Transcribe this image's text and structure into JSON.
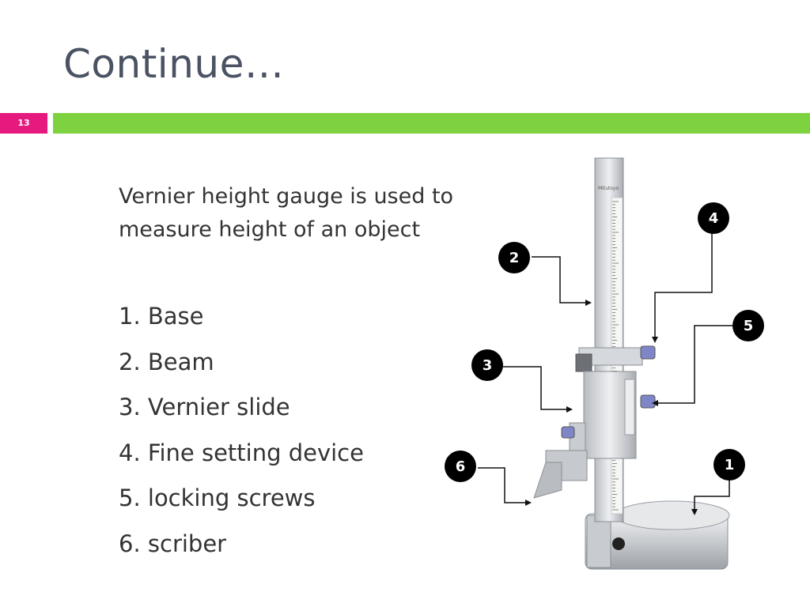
{
  "slide": {
    "title": "Continue…",
    "page_number": "13",
    "intro_text": "Vernier height gauge is used to measure height of an object",
    "parts": [
      "1. Base",
      "2. Beam",
      "3. Vernier slide",
      "4. Fine setting device",
      "5. locking screws",
      "6. scriber"
    ]
  },
  "figure": {
    "callouts": [
      "1",
      "2",
      "3",
      "4",
      "5",
      "6"
    ]
  },
  "colors": {
    "title": "#4a5263",
    "accent_bar": "#7ed13f",
    "page_badge": "#e5197e",
    "callout_fill": "#000000"
  }
}
